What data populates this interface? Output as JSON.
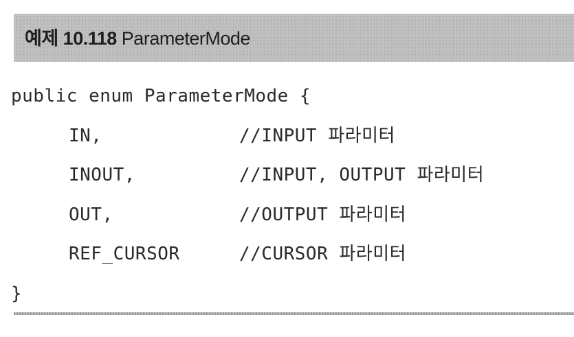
{
  "example": {
    "label": "예제 10.118",
    "name": "ParameterMode"
  },
  "code": {
    "declaration": "public enum ParameterMode {",
    "members": [
      {
        "name": "IN,",
        "comment": "//INPUT 파라미터"
      },
      {
        "name": "INOUT,",
        "comment": "//INPUT, OUTPUT 파라미터"
      },
      {
        "name": "OUT,",
        "comment": "//OUTPUT 파라미터"
      },
      {
        "name": "REF_CURSOR",
        "comment": "//CURSOR 파라미터"
      }
    ],
    "closing": "}"
  }
}
